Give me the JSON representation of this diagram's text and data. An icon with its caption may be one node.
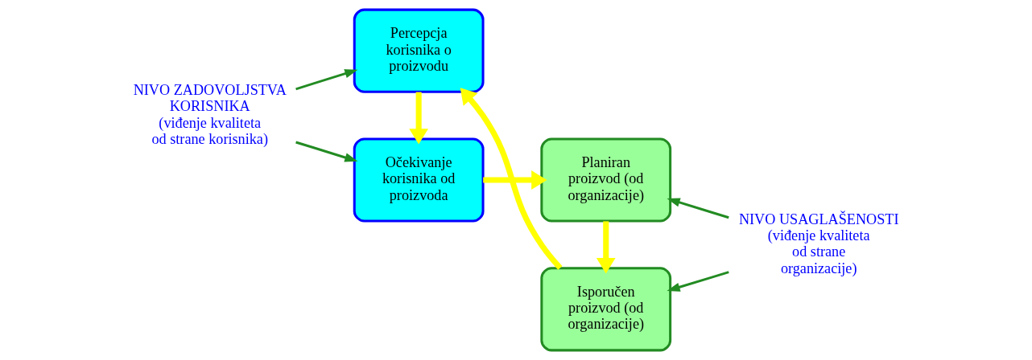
{
  "diagram": {
    "nodes": [
      {
        "text": [
          "Očekivanje korisnika od proizvoda"
        ]
      },
      {
        "text": [
          "Planiran proizvod (od organizacije)"
        ]
      },
      {
        "text": [
          "Percepcja korisnika o proizvodu"
        ]
      },
      {
        "text": [
          "Isporučen proizvod (od organizacije)"
        ]
      },
      {
        "text": [
          "NIVO ZADOVOLJSTVA KORISNIKA",
          "(viđenje kvaliteta od strane korisnika)"
        ]
      },
      {
        "text": [
          "NIVO USAGLAŠENOSTI",
          "(viđenje kvaliteta od strane organizacije)"
        ]
      }
    ],
    "edges": [
      {
        "from": 0,
        "to": 1,
        "arrow": "to",
        "style": "thick",
        "color": "#ffff00"
      },
      {
        "from": 1,
        "to": 3,
        "arrow": "to",
        "style": "thick",
        "color": "#ffff00"
      },
      {
        "from": 3,
        "to": 2,
        "arrow": "to",
        "style": "thick",
        "color": "#ffff00"
      },
      {
        "from": 2,
        "to": 0,
        "arrow": "to",
        "style": "thick",
        "color": "#ffff00"
      },
      {
        "from": 4,
        "to": 0,
        "arrow": "to",
        "color": "#228b22"
      },
      {
        "from": 4,
        "to": 2,
        "arrow": "to",
        "color": "#228b22"
      },
      {
        "from": 5,
        "to": 1,
        "arrow": "to",
        "color": "#228b22"
      },
      {
        "from": 5,
        "to": 3,
        "arrow": "to",
        "color": "#228b22"
      }
    ]
  }
}
